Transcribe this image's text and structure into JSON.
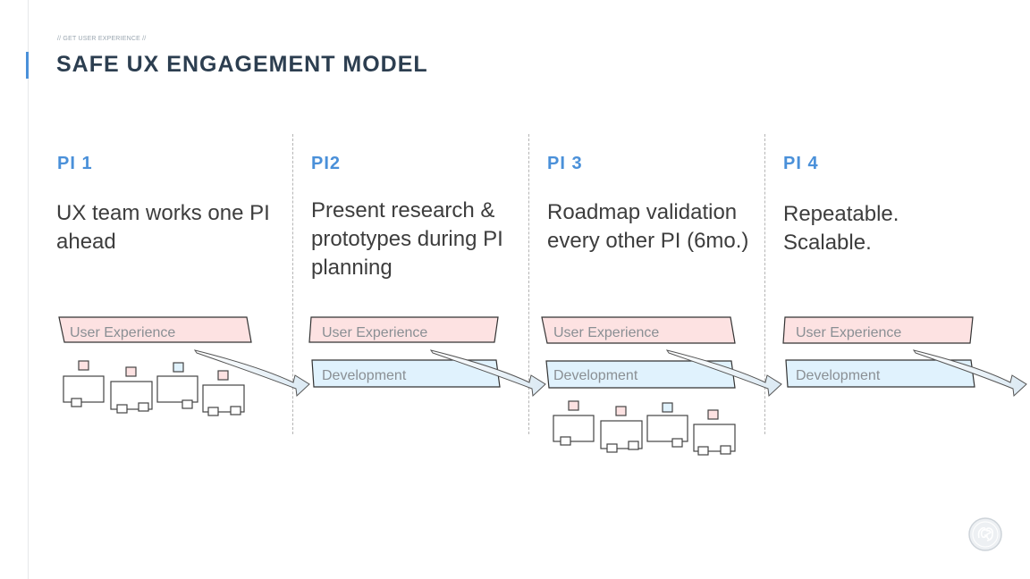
{
  "header": {
    "eyebrow": "// GET USER EXPERIENCE //",
    "title": "SAFE UX ENGAGEMENT MODEL"
  },
  "columns": [
    {
      "label": "PI 1",
      "description": "UX team works one PI ahead"
    },
    {
      "label": "PI2",
      "description": "Present research & prototypes during PI planning"
    },
    {
      "label": "PI 3",
      "description": "Roadmap validation every other PI (6mo.)"
    },
    {
      "label": "PI 4",
      "description": "Repeatable. Scalable."
    }
  ],
  "bars": {
    "ux_label": "User Experience",
    "dev_label": "Development",
    "ux_color": "#fde2e2",
    "dev_color": "#e0f2fd"
  },
  "icons": {
    "team": "team-desks-icon",
    "arrow": "curved-arrow-icon",
    "logo": "ge-logo"
  }
}
